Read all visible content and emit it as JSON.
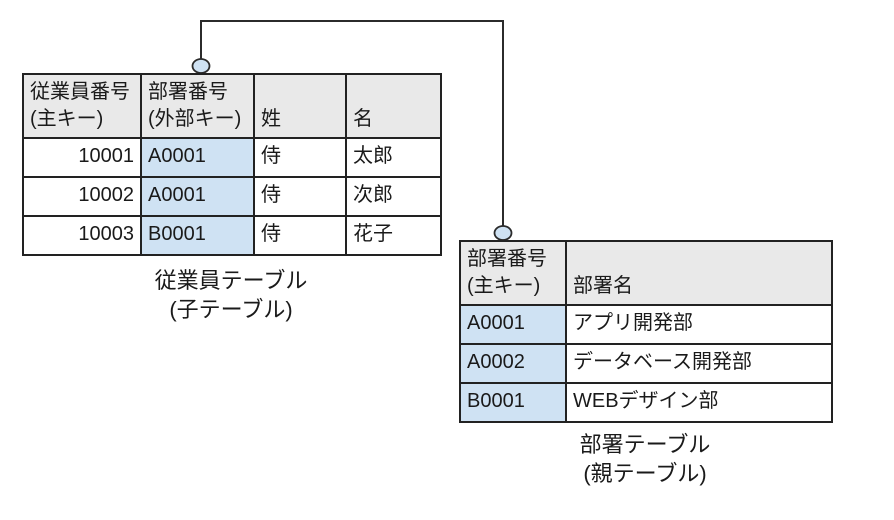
{
  "diagram": {
    "title_semantic": "foreign-key relation between employee table and department table",
    "colors": {
      "background": "#ffffff",
      "table_header_bg": "#e9e9e9",
      "key_column_bg": "#cfe2f3",
      "table_border": "#222222",
      "connector_line": "#2b2b2b",
      "connector_terminal_fill": "#cfe2f3",
      "text": "#1a1a1a"
    }
  },
  "employee_table": {
    "caption": "従業員テーブル\n(子テーブル)",
    "headers": [
      "従業員番号\n(主キー)",
      "部署番号\n(外部キー)",
      "姓",
      "名"
    ],
    "rows": [
      [
        "10001",
        "A0001",
        "侍",
        "太郎"
      ],
      [
        "10002",
        "A0001",
        "侍",
        "次郎"
      ],
      [
        "10003",
        "B0001",
        "侍",
        "花子"
      ]
    ]
  },
  "department_table": {
    "caption": "部署テーブル\n(親テーブル)",
    "headers": [
      "部署番号\n(主キー)",
      "部署名"
    ],
    "rows": [
      [
        "A0001",
        "アプリ開発部"
      ],
      [
        "A0002",
        "データベース開発部"
      ],
      [
        "B0001",
        "WEBデザイン部"
      ]
    ]
  }
}
